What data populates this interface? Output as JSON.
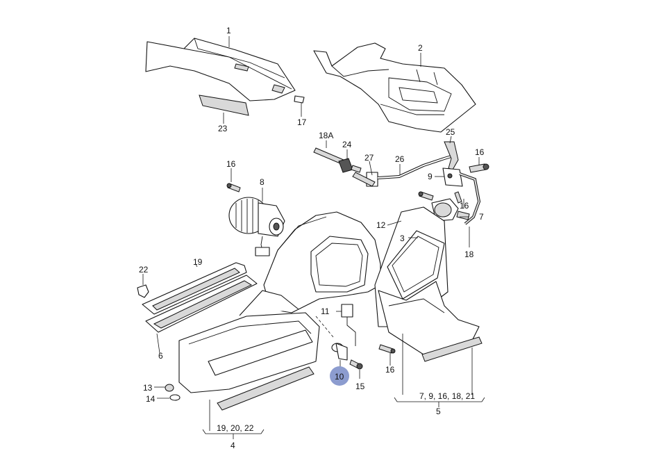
{
  "diagram": {
    "highlight_color": "#8c9ccf",
    "labels": {
      "p1": "1",
      "p2": "2",
      "p23": "23",
      "p17": "17",
      "p18a": "18A",
      "p24": "24",
      "p27": "27",
      "p26": "26",
      "p25": "25",
      "p16_tr": "16",
      "p9": "9",
      "p16_l": "16",
      "p8": "8",
      "p16_mr": "16",
      "p7": "7",
      "p12": "12",
      "p18": "18",
      "p3": "3",
      "p22": "22",
      "p19": "19",
      "p11": "11",
      "p6": "6",
      "p10": "10",
      "p15": "15",
      "p16_b": "16",
      "p13": "13",
      "p14": "14",
      "g4_list": "19, 20, 22",
      "g4": "4",
      "g5_list": "7, 9, 16, 18, 21",
      "g5": "5"
    }
  }
}
